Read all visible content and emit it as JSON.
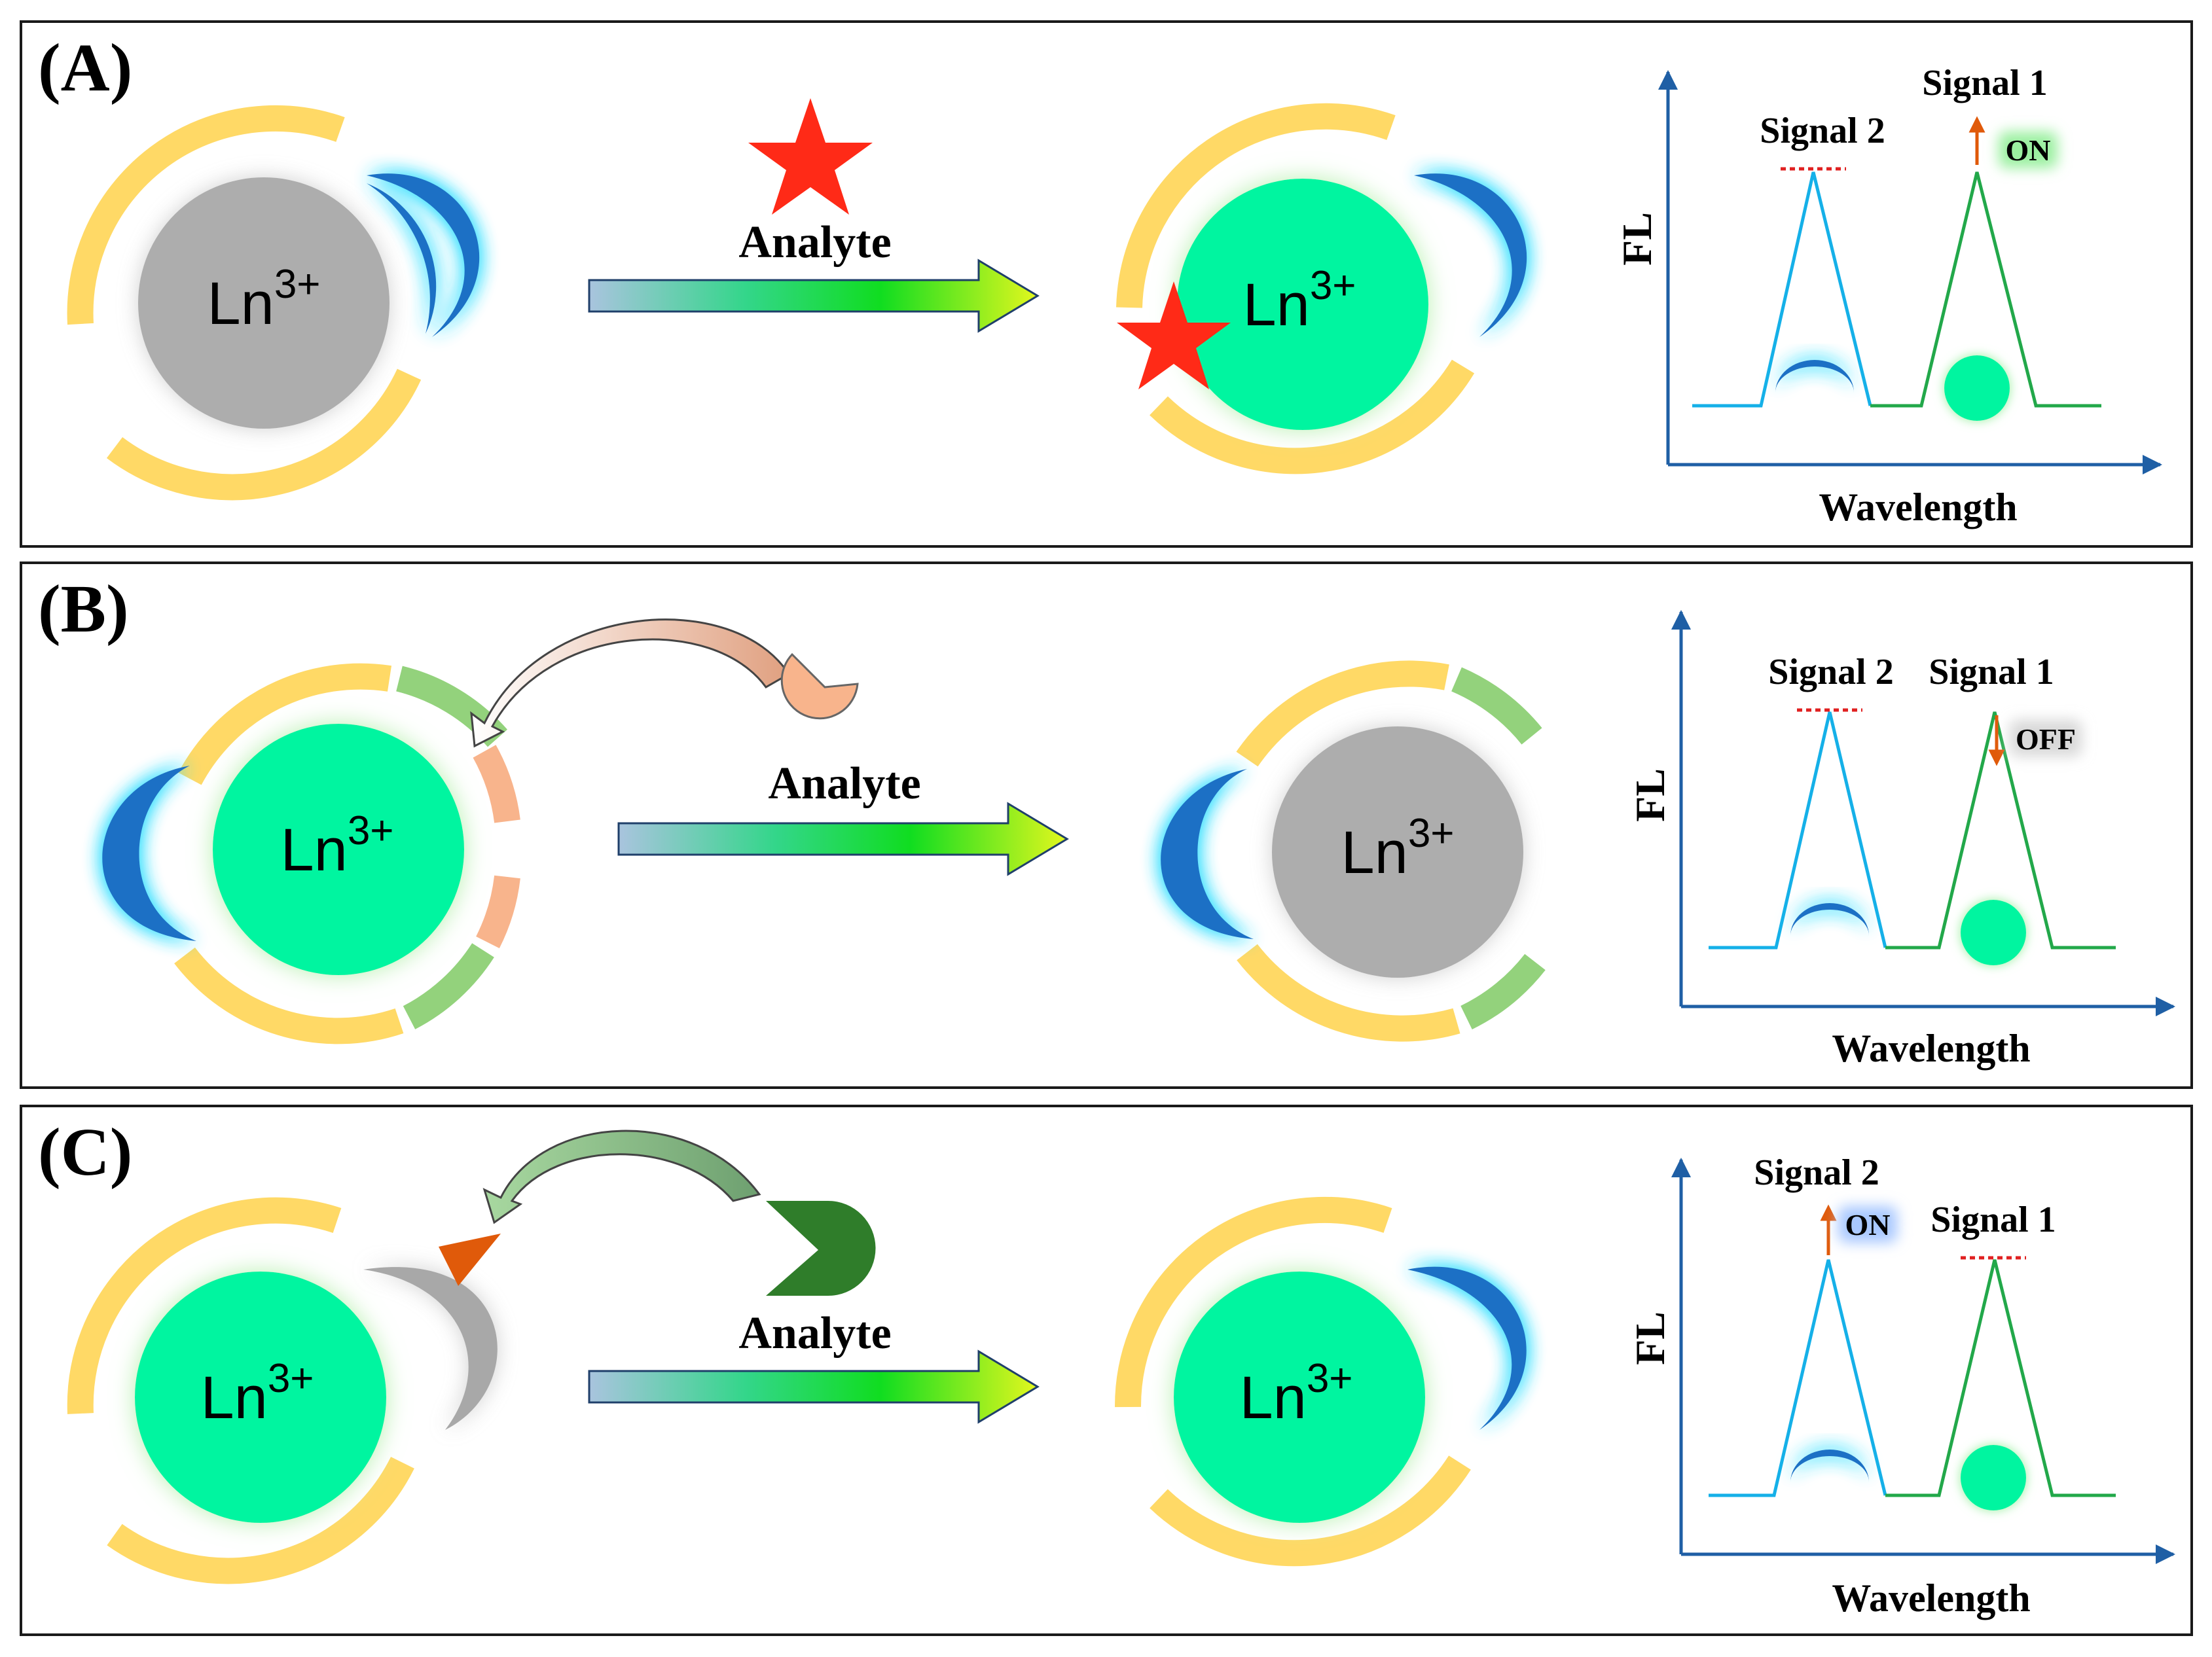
{
  "panels": [
    {
      "label": "(A)",
      "before_ion": {
        "base": "Ln",
        "sup": "3+"
      },
      "after_ion": {
        "base": "Ln",
        "sup": "3+"
      },
      "arrow_label": "Analyte",
      "plot": {
        "ylabel": "FL",
        "xlabel": "Wavelength",
        "signal2": "Signal 2",
        "signal1": "Signal 1",
        "state": "ON"
      }
    },
    {
      "label": "(B)",
      "before_ion": {
        "base": "Ln",
        "sup": "3+"
      },
      "after_ion": {
        "base": "Ln",
        "sup": "3+"
      },
      "arrow_label": "Analyte",
      "plot": {
        "ylabel": "FL",
        "xlabel": "Wavelength",
        "signal2": "Signal 2",
        "signal1": "Signal 1",
        "state": "OFF"
      }
    },
    {
      "label": "(C)",
      "before_ion": {
        "base": "Ln",
        "sup": "3+"
      },
      "after_ion": {
        "base": "Ln",
        "sup": "3+"
      },
      "arrow_label": "Analyte",
      "plot": {
        "ylabel": "FL",
        "xlabel": "Wavelength",
        "signal2": "Signal 2",
        "signal1": "Signal 1",
        "state": "ON"
      }
    }
  ],
  "colors": {
    "ligand_yellow": "#FFD966",
    "antenna_blue": "#1F6FC5",
    "glow_cyan": "#3CE0FF",
    "ion_green": "#00F5A0",
    "ion_gray": "#ADADAD",
    "star_red": "#FF2A17",
    "peach": "#F8B48C",
    "green_segment": "#93D27C",
    "dark_green": "#2F7D2A",
    "orange": "#E05A0A",
    "plot_axis": "#1F5FA5",
    "signal2_line": "#15B0E8",
    "signal1_line": "#22A84A"
  }
}
